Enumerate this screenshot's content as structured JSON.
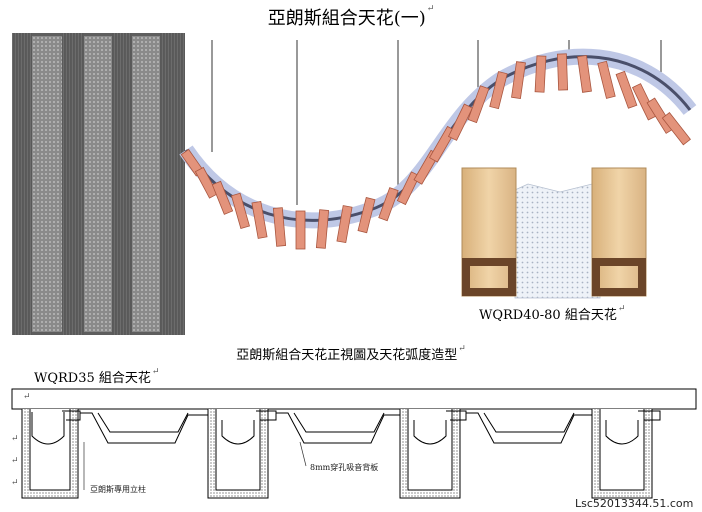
{
  "page": {
    "title": "亞朗斯組合天花(一)",
    "paragraph_mark": "↵"
  },
  "product_photo": {
    "caption": "WQRD40-80 組合天花"
  },
  "drawing": {
    "heading": "亞朗斯組合天花正視圖及天花弧度造型",
    "model_label": "WQRD35 組合天花",
    "callout_left": "亞朗斯專用立柱",
    "callout_right": "8mm穿孔吸音背板"
  },
  "watermark": "Lsc52013344.51.com",
  "colors": {
    "panel_gray": "#6f6f6f",
    "wave_salmon": "#e3937b",
    "wood": "#e6c595",
    "perforated_white": "#e9eef5"
  }
}
